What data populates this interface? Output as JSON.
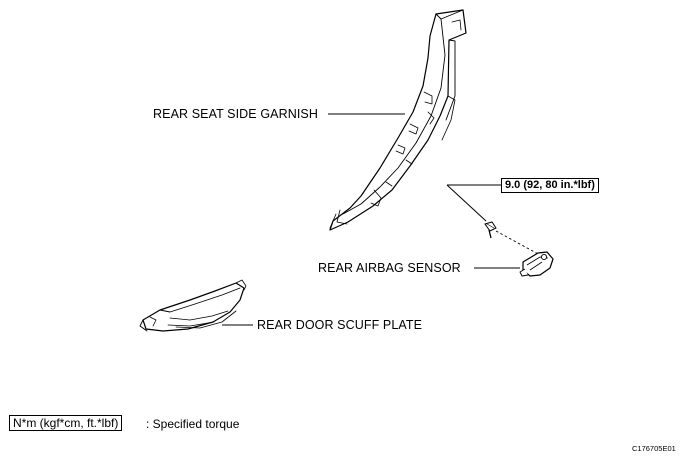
{
  "labels": {
    "garnish": "REAR SEAT SIDE GARNISH",
    "sensor": "REAR AIRBAG SENSOR",
    "scuff": "REAR DOOR SCUFF PLATE"
  },
  "torque": {
    "value": "9.0 (92, 80 in.*lbf)"
  },
  "legend": {
    "unit": "N*m (kgf*cm, ft.*lbf)",
    "description": ": Specified torque"
  },
  "figure_code": "C176705E01"
}
